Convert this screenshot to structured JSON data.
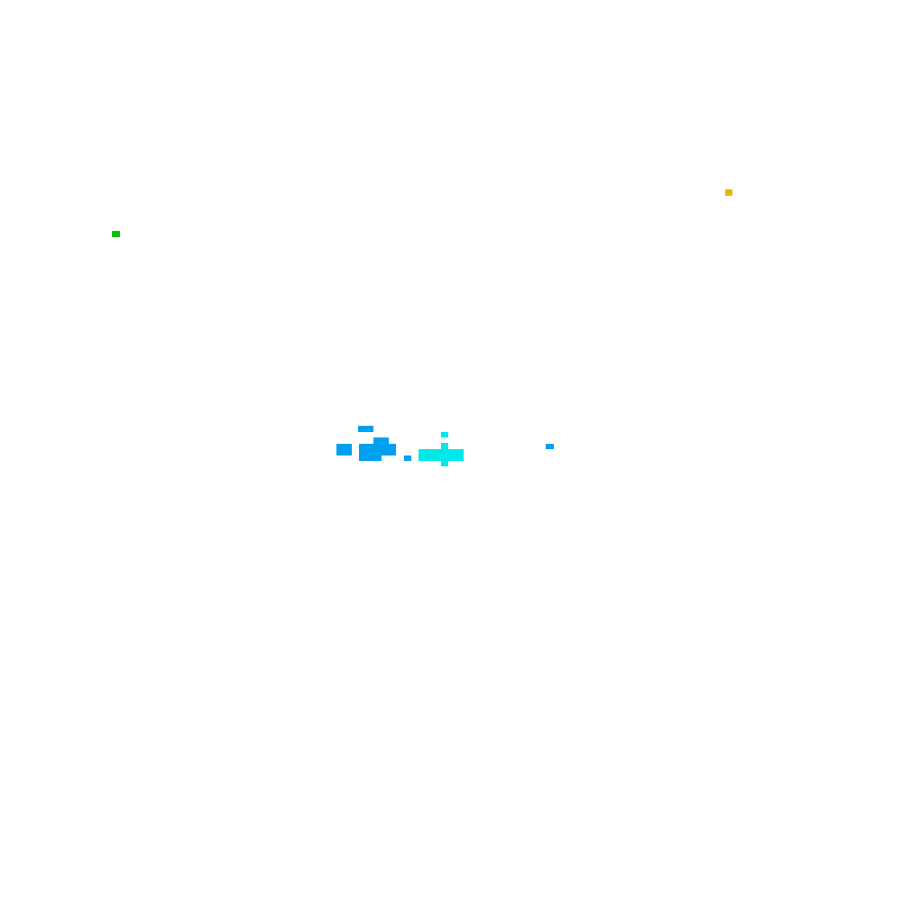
{
  "colors": {
    "background": "#ffffff",
    "blue": "#00a0f0",
    "cyan": "#00e8e8",
    "green": "#00c800",
    "yellow": "#e8b400"
  },
  "clusters": [
    {
      "name": "blue-blob",
      "color_key": "blue"
    },
    {
      "name": "cyan-blob",
      "color_key": "cyan"
    }
  ],
  "markers": [
    {
      "name": "yellow-dot",
      "color_key": "yellow"
    },
    {
      "name": "green-dot",
      "color_key": "green"
    },
    {
      "name": "blue-dot",
      "color_key": "blue"
    }
  ]
}
